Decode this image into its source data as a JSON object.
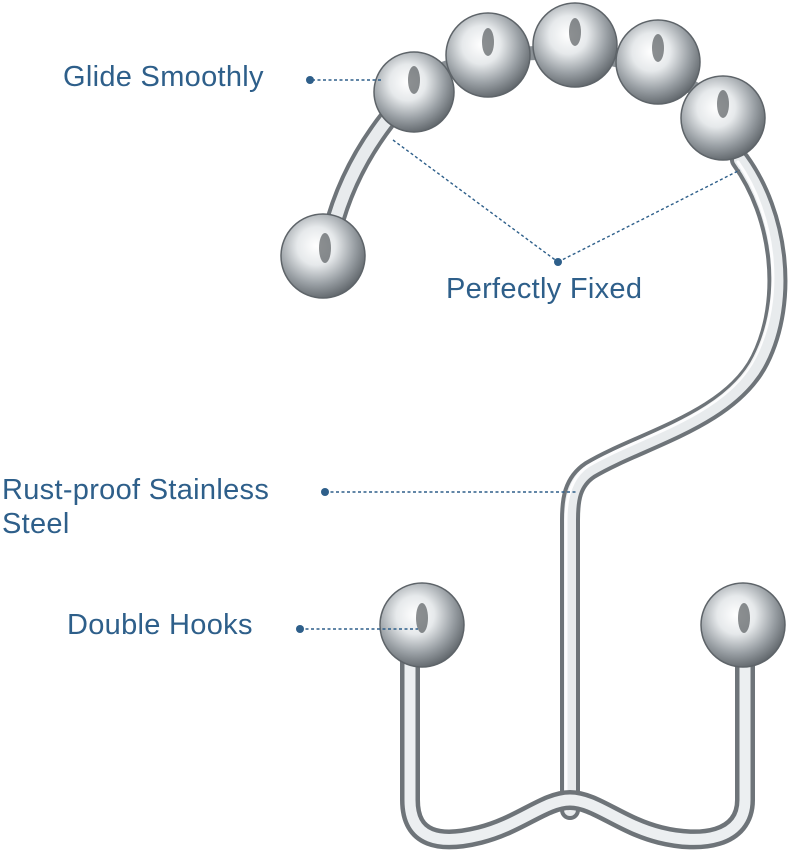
{
  "callouts": {
    "glide": "Glide Smoothly",
    "fixed": "Perfectly Fixed",
    "rust_line1": "Rust-proof Stainless",
    "rust_line2": "Steel",
    "hooks": "Double Hooks"
  },
  "colors": {
    "label_text": "#2e5f8a",
    "leader_line": "#2e5f8a",
    "chrome_dark": "#6d7378",
    "chrome_mid": "#b9bec2",
    "chrome_light": "#f4f6f7",
    "background": "#ffffff"
  }
}
